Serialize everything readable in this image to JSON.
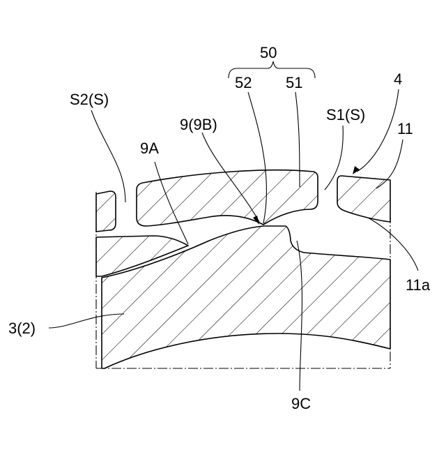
{
  "labels": {
    "assembly": "50",
    "part_52": "52",
    "part_51": "51",
    "part_4": "4",
    "part_s2": "S2(S)",
    "part_s1": "S1(S)",
    "part_9": "9(9B)",
    "part_9a": "9A",
    "part_11": "11",
    "part_11a": "11a",
    "part_3": "3(2)",
    "part_9c": "9C"
  },
  "colors": {
    "line": "#000000",
    "background": "#ffffff"
  }
}
